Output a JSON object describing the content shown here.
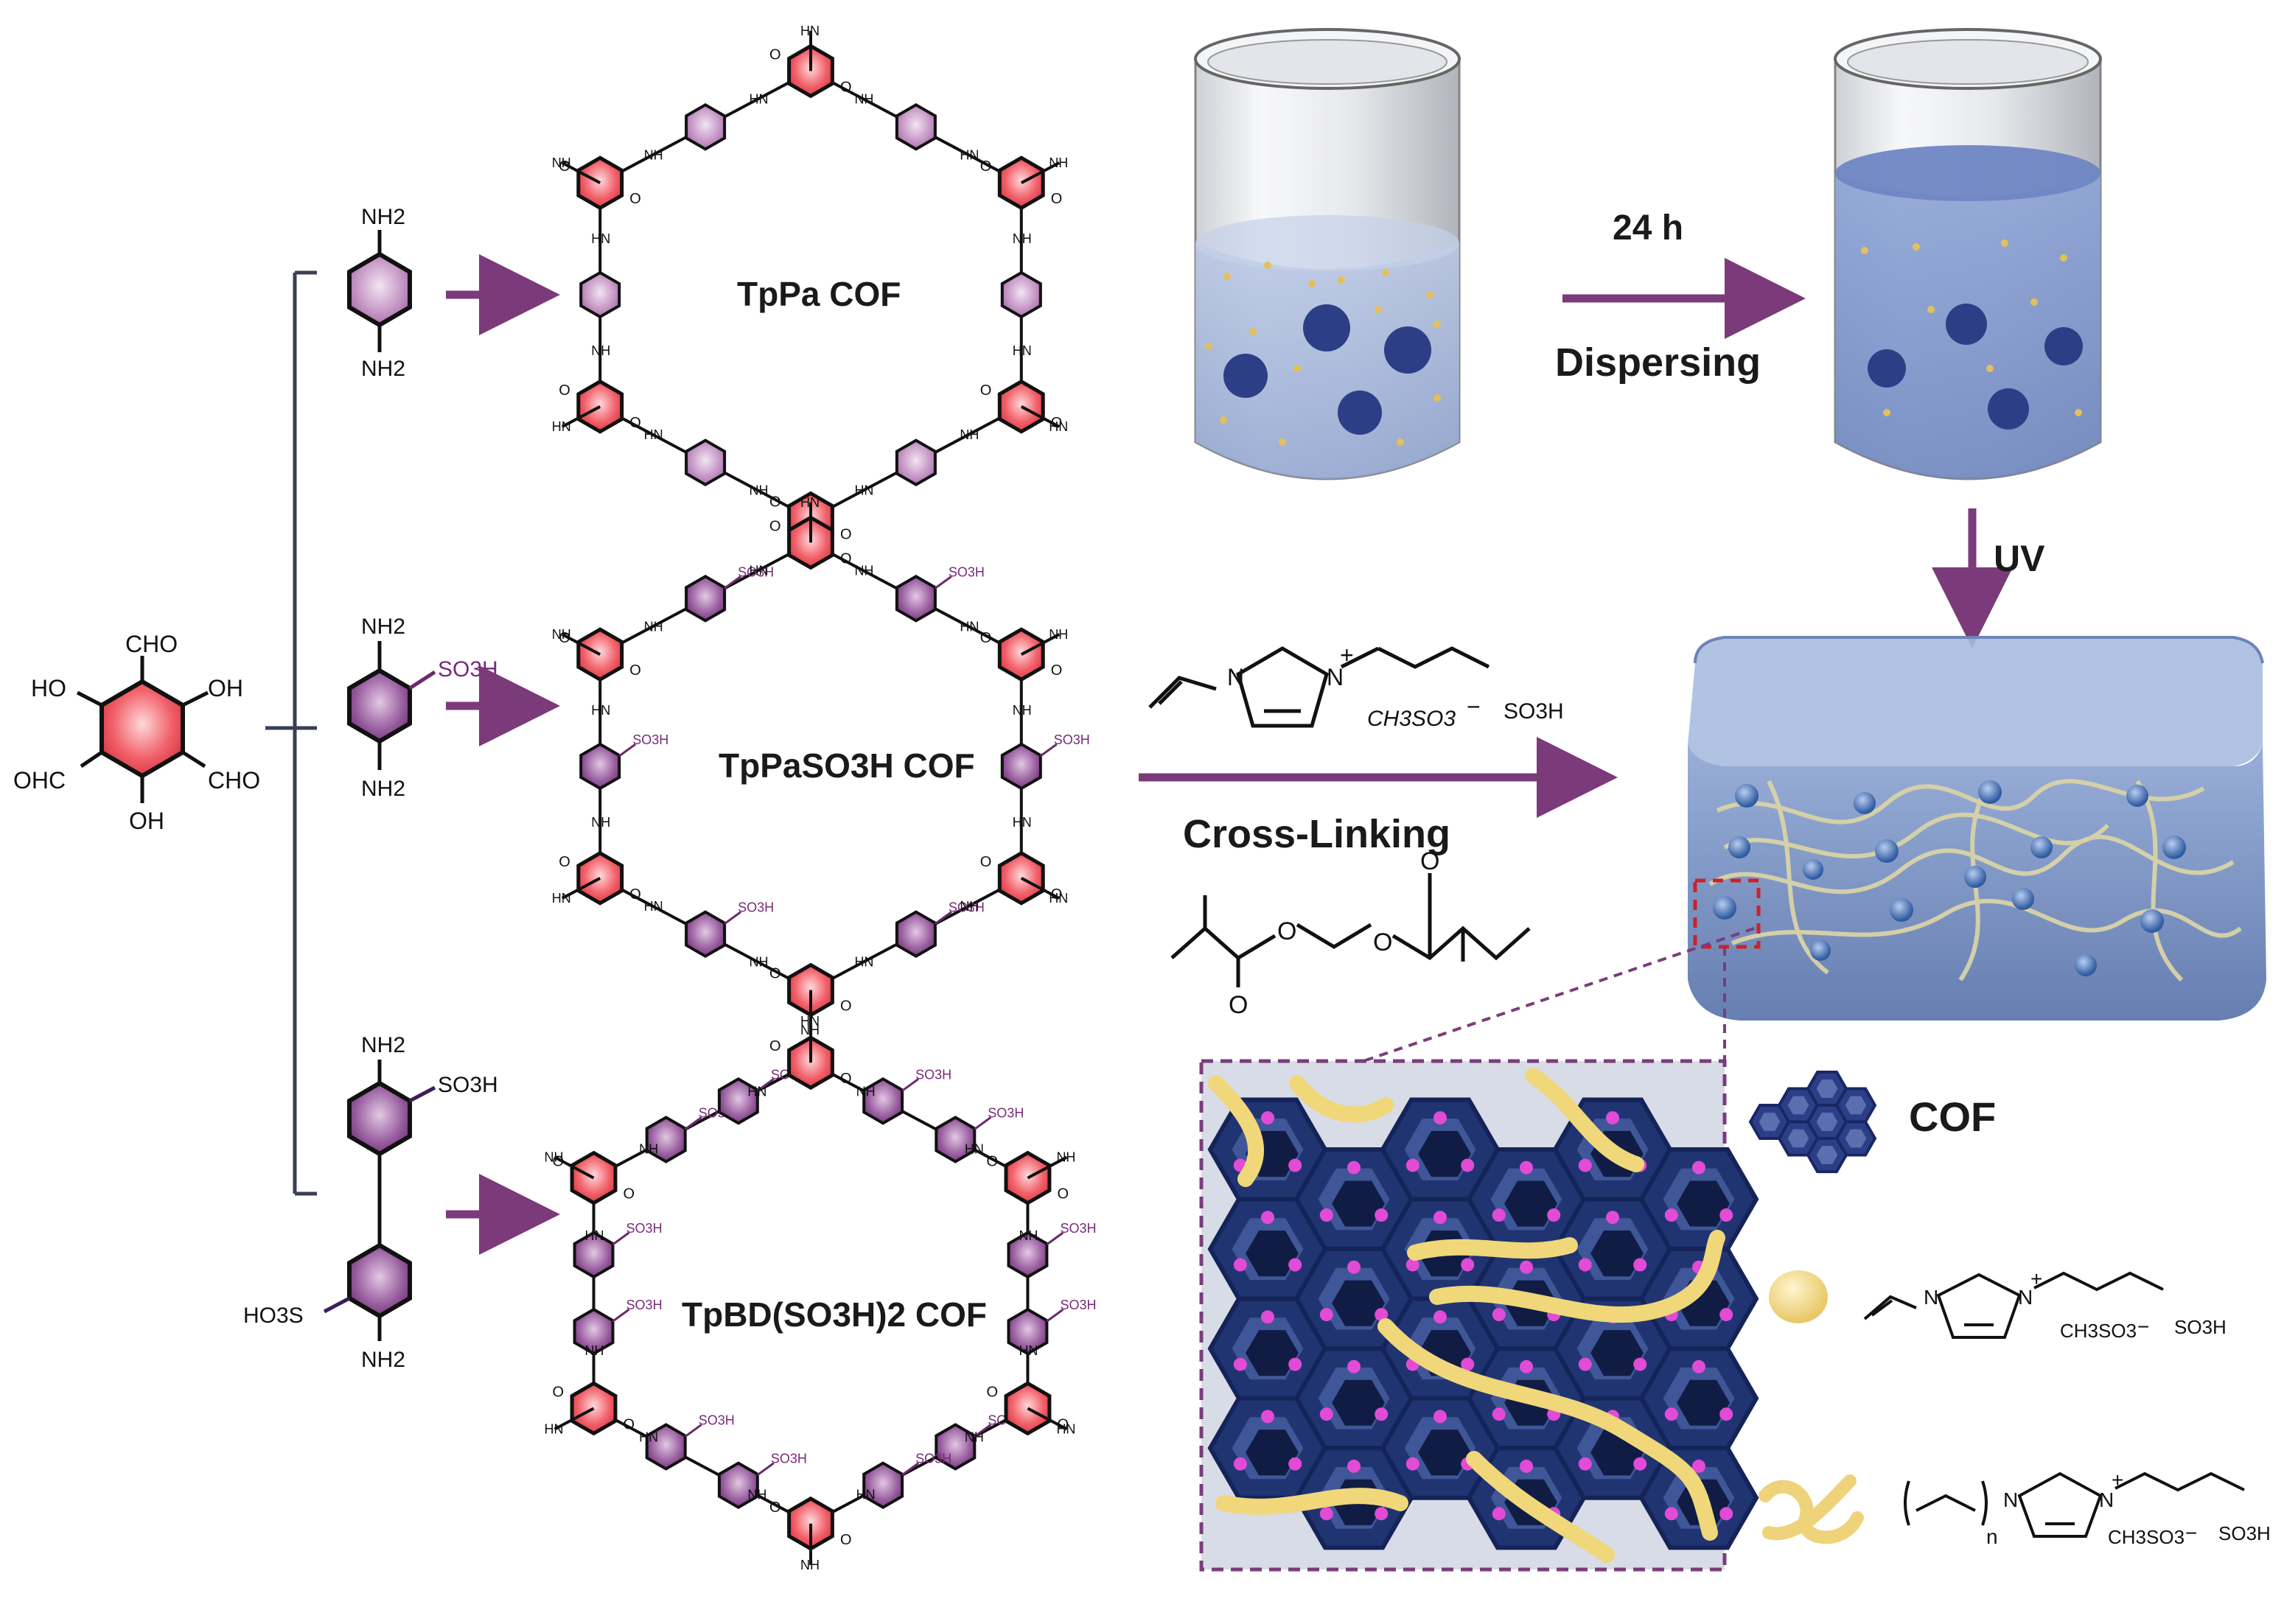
{
  "colors": {
    "arrow": "#7b3a7a",
    "bracket": "#3a3f55",
    "core_ring": "#f25a62",
    "amine_ring": "#b57bb4",
    "sulfonic_ring": "#8b4f8f",
    "cof_blue": "#2c3f86",
    "gel_blue": "#5f7fb8",
    "il_yellow": "#efd98a",
    "inset_frame": "#7a3d7a",
    "pore_magenta": "#e24bd6"
  },
  "tp_core": {
    "cho_top": "CHO",
    "ho_left": "HO",
    "oh_right": "OH",
    "ohc_left": "OHC",
    "cho_right": "CHO",
    "oh_bottom": "OH"
  },
  "amines": {
    "pa": {
      "top": "NH2",
      "bottom": "NH2"
    },
    "pa_so3h": {
      "top": "NH2",
      "sub": "SO3H",
      "bottom": "NH2"
    },
    "bd": {
      "top": "NH2",
      "sub_top": "SO3H",
      "sub_bottom": "HO3S",
      "bottom": "NH2"
    }
  },
  "cof_labels": {
    "tppa": "TpPa COF",
    "tppaso3h": "TpPaSO3H COF",
    "tpbd": "TpBD(SO3H)2 COF"
  },
  "frag": {
    "nh": "NH",
    "hn": "HN",
    "o": "O",
    "so3h": "SO3H",
    "ho3s": "HO3S"
  },
  "process": {
    "time": "24 h",
    "dispersing": "Dispersing",
    "uv": "UV",
    "crosslinking": "Cross-Linking"
  },
  "il_monomer": {
    "n": "N",
    "n_plus": "N",
    "plus": "+",
    "anion": "CH3SO3",
    "minus": "−",
    "acid": "SO3H"
  },
  "crosslinker": {
    "o": "O"
  },
  "legend": {
    "cof": "COF",
    "monomer": {
      "n": "N",
      "n_plus": "N",
      "plus": "+",
      "anion": "CH3SO3",
      "minus": "−",
      "acid": "SO3H"
    },
    "polymer": {
      "n": "N",
      "n_plus": "N",
      "plus": "+",
      "anion": "CH3SO3",
      "minus": "−",
      "acid": "SO3H",
      "repeat": "n"
    }
  }
}
